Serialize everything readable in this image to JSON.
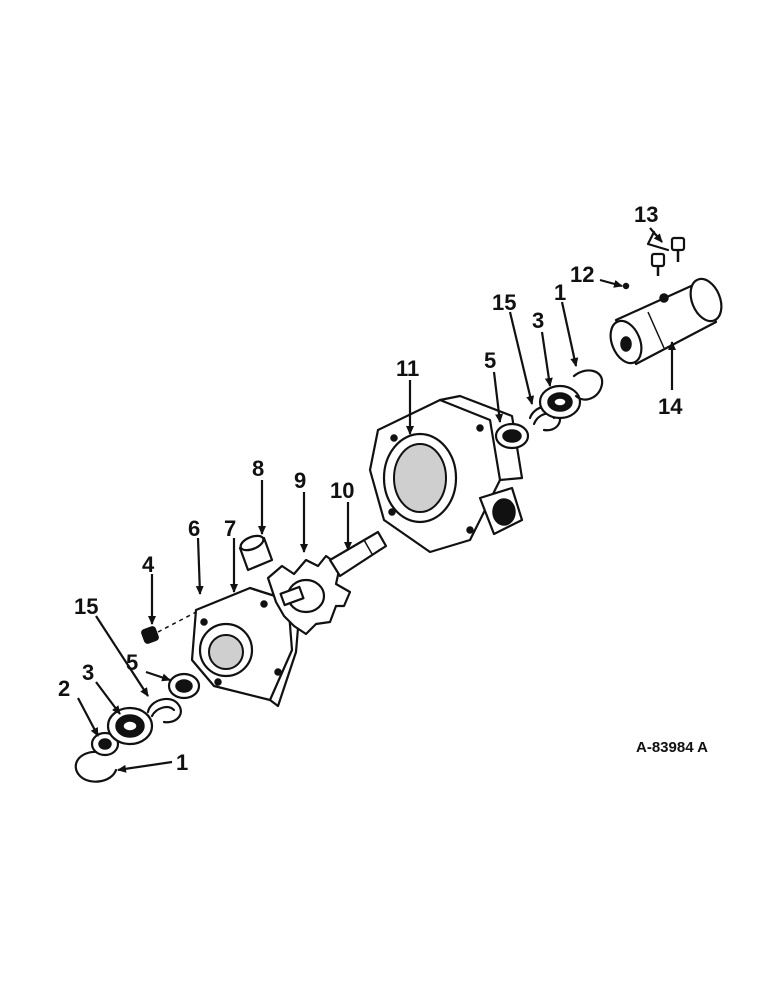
{
  "diagram": {
    "reference_code": "A-83984 A",
    "callouts": [
      {
        "id": "c1a",
        "label": "1"
      },
      {
        "id": "c2",
        "label": "2"
      },
      {
        "id": "c3a",
        "label": "3"
      },
      {
        "id": "c15a",
        "label": "15"
      },
      {
        "id": "c5a",
        "label": "5"
      },
      {
        "id": "c4",
        "label": "4"
      },
      {
        "id": "c6",
        "label": "6"
      },
      {
        "id": "c7",
        "label": "7"
      },
      {
        "id": "c8",
        "label": "8"
      },
      {
        "id": "c9",
        "label": "9"
      },
      {
        "id": "c10",
        "label": "10"
      },
      {
        "id": "c11",
        "label": "11"
      },
      {
        "id": "c5b",
        "label": "5"
      },
      {
        "id": "c15b",
        "label": "15"
      },
      {
        "id": "c3b",
        "label": "3"
      },
      {
        "id": "c1b",
        "label": "1"
      },
      {
        "id": "c12",
        "label": "12"
      },
      {
        "id": "c13",
        "label": "13"
      },
      {
        "id": "c14",
        "label": "14"
      }
    ]
  }
}
